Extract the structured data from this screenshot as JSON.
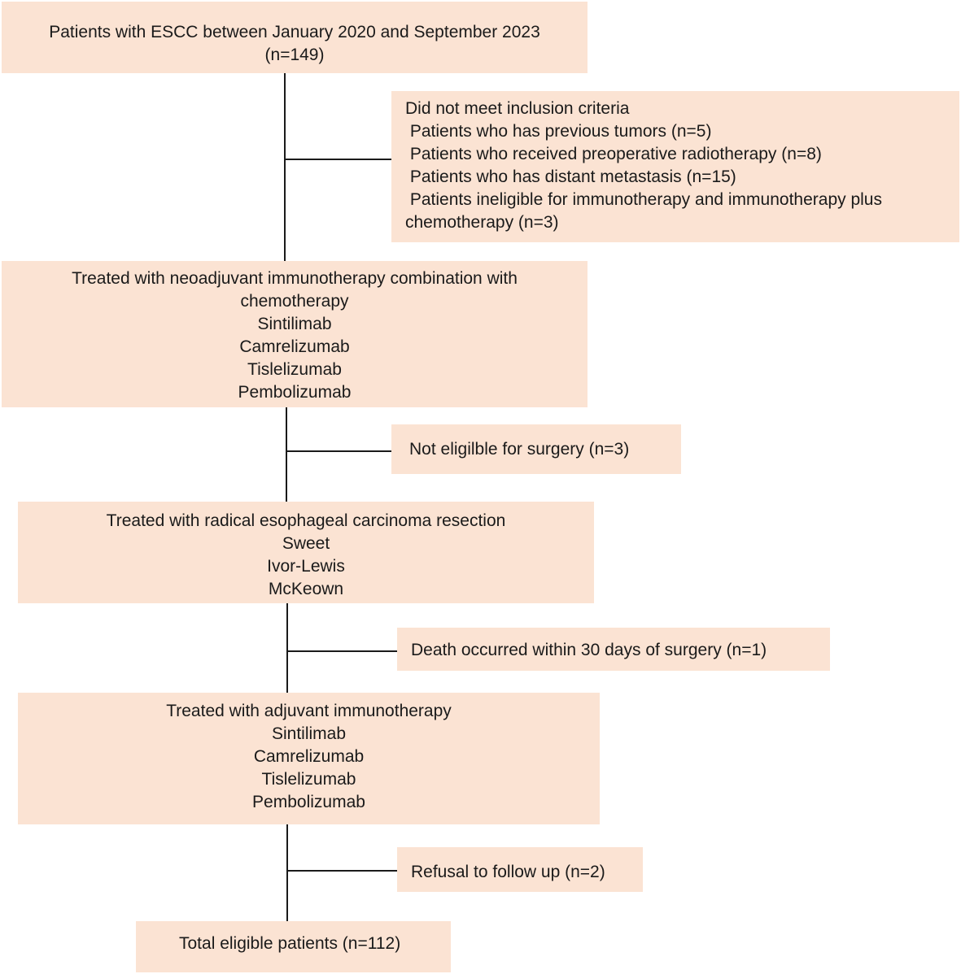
{
  "start": {
    "lines": [
      "Patients with ESCC between January 2020 and September 2023",
      "(n=149)"
    ]
  },
  "exclusion_1": {
    "lines": [
      "Did not meet inclusion criteria",
      " Patients who has previous tumors (n=5)",
      " Patients who received preoperative radiotherapy (n=8)",
      " Patients who has distant metastasis (n=15)",
      " Patients ineligible for immunotherapy and immunotherapy plus",
      "chemotherapy (n=3)"
    ]
  },
  "neoadjuvant": {
    "lines": [
      "Treated with neoadjuvant immunotherapy combination with",
      "chemotherapy",
      "Sintilimab",
      "Camrelizumab",
      "Tislelizumab",
      "Pembolizumab"
    ]
  },
  "exclusion_2": {
    "lines": [
      "Not eligilble for surgery (n=3)"
    ]
  },
  "resection": {
    "lines": [
      "Treated with radical esophageal carcinoma resection",
      "Sweet",
      "Ivor-Lewis",
      "McKeown"
    ]
  },
  "exclusion_3": {
    "lines": [
      "Death occurred within 30 days of surgery (n=1)"
    ]
  },
  "adjuvant": {
    "lines": [
      "Treated with adjuvant immunotherapy",
      "Sintilimab",
      "Camrelizumab",
      "Tislelizumab",
      "Pembolizumab"
    ]
  },
  "exclusion_4": {
    "lines": [
      "Refusal to follow up (n=2)"
    ]
  },
  "final": {
    "lines": [
      "Total eligible patients (n=112)"
    ]
  },
  "colors": {
    "box_fill": "#fbe3d3",
    "line": "#1a1a1a"
  }
}
